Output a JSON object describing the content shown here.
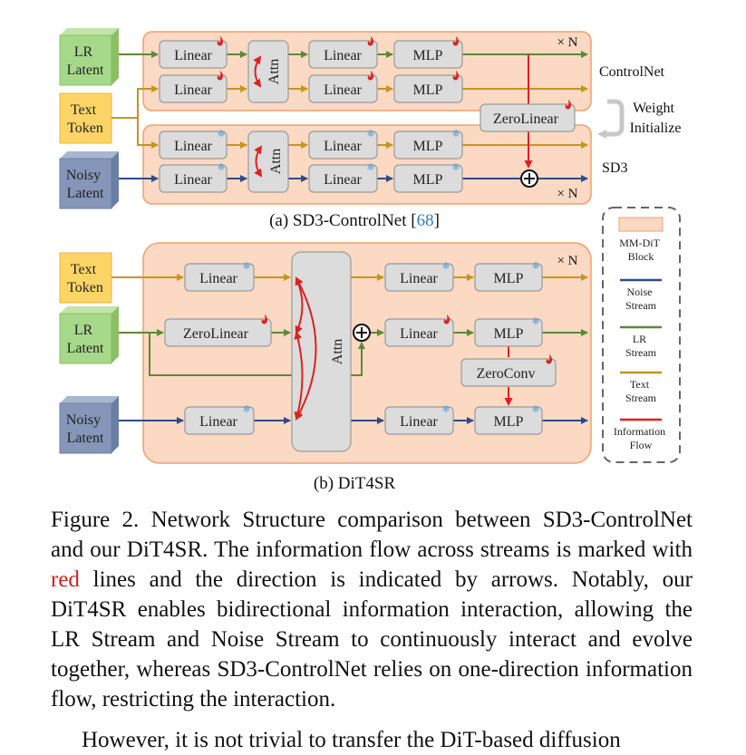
{
  "panel_a": {
    "inputs": {
      "lr_latent": [
        "LR",
        "Latent"
      ],
      "text_token": [
        "Text",
        "Token"
      ],
      "noisy_latent": [
        "Noisy",
        "Latent"
      ]
    },
    "blocks": {
      "linear": "Linear",
      "attn": "Attn",
      "mlp": "MLP",
      "zero_linear": "ZeroLinear"
    },
    "repeat": "× N",
    "controlnet_label": "ControlNet",
    "sd3_label": "SD3",
    "weight_initialize": [
      "Weight",
      "Initialize"
    ],
    "caption_prefix": "(a) SD3-ControlNet [",
    "caption_ref": "68",
    "caption_suffix": "]"
  },
  "panel_b": {
    "inputs": {
      "text_token": [
        "Text",
        "Token"
      ],
      "lr_latent": [
        "LR",
        "Latent"
      ],
      "noisy_latent": [
        "Noisy",
        "Latent"
      ]
    },
    "blocks": {
      "linear": "Linear",
      "zero_linear": "ZeroLinear",
      "attn": "Attn",
      "mlp": "MLP",
      "zero_conv": "ZeroConv"
    },
    "repeat": "× N",
    "caption": "(b) DiT4SR"
  },
  "legend": {
    "mmdit": [
      "MM-DiT",
      "Block"
    ],
    "noise": [
      "Noise",
      "Stream"
    ],
    "lr": [
      "LR",
      "Stream"
    ],
    "text": [
      "Text",
      "Stream"
    ],
    "info": [
      "Information",
      "Flow"
    ]
  },
  "caption": {
    "part1": "Figure 2.   Network Structure comparison between SD3-ControlNet and our DiT4SR. The information flow across streams is marked with ",
    "red_word": "red",
    "part2": " lines and the direction is indicated by arrows. Notably, our DiT4SR enables bidirectional information interaction, allowing the LR Stream and Noise Stream to continuously interact and evolve together, whereas SD3-ControlNet relies on one-direction information flow, restricting the interaction."
  },
  "trailing_text": "However, it is not trivial to transfer the DiT-based diffusion",
  "colors": {
    "green": "#5b8a35",
    "gold": "#c5961a",
    "navy": "#2f4a8a",
    "red": "#e02020",
    "peach": "#fbd9c3",
    "peach_border": "#f0a06c",
    "block_fill": "#dcdcdc",
    "block_border": "#9a9a9a",
    "snow": "#5b9bd5",
    "fire": "#e02020"
  },
  "icons": {
    "trainable": "flame-icon",
    "frozen": "snowflake-icon"
  }
}
